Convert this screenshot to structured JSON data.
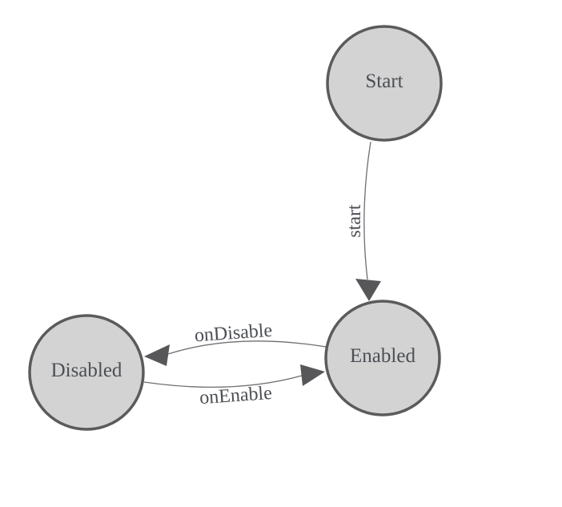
{
  "diagram": {
    "type": "state-machine",
    "colors": {
      "background": "#ffffff",
      "node_fill": "#d3d3d3",
      "node_stroke": "#5b5b5b",
      "edge_line": "#6e6e6e",
      "arrowhead": "#57575a",
      "label_text": "#4c4f55"
    },
    "nodes": [
      {
        "label": "Start"
      },
      {
        "label": "Enabled"
      },
      {
        "label": "Disabled"
      }
    ],
    "edges": [
      {
        "from": "Start",
        "to": "Enabled",
        "label": "start"
      },
      {
        "from": "Enabled",
        "to": "Disabled",
        "label": "onDisable"
      },
      {
        "from": "Disabled",
        "to": "Enabled",
        "label": "onEnable"
      }
    ]
  }
}
